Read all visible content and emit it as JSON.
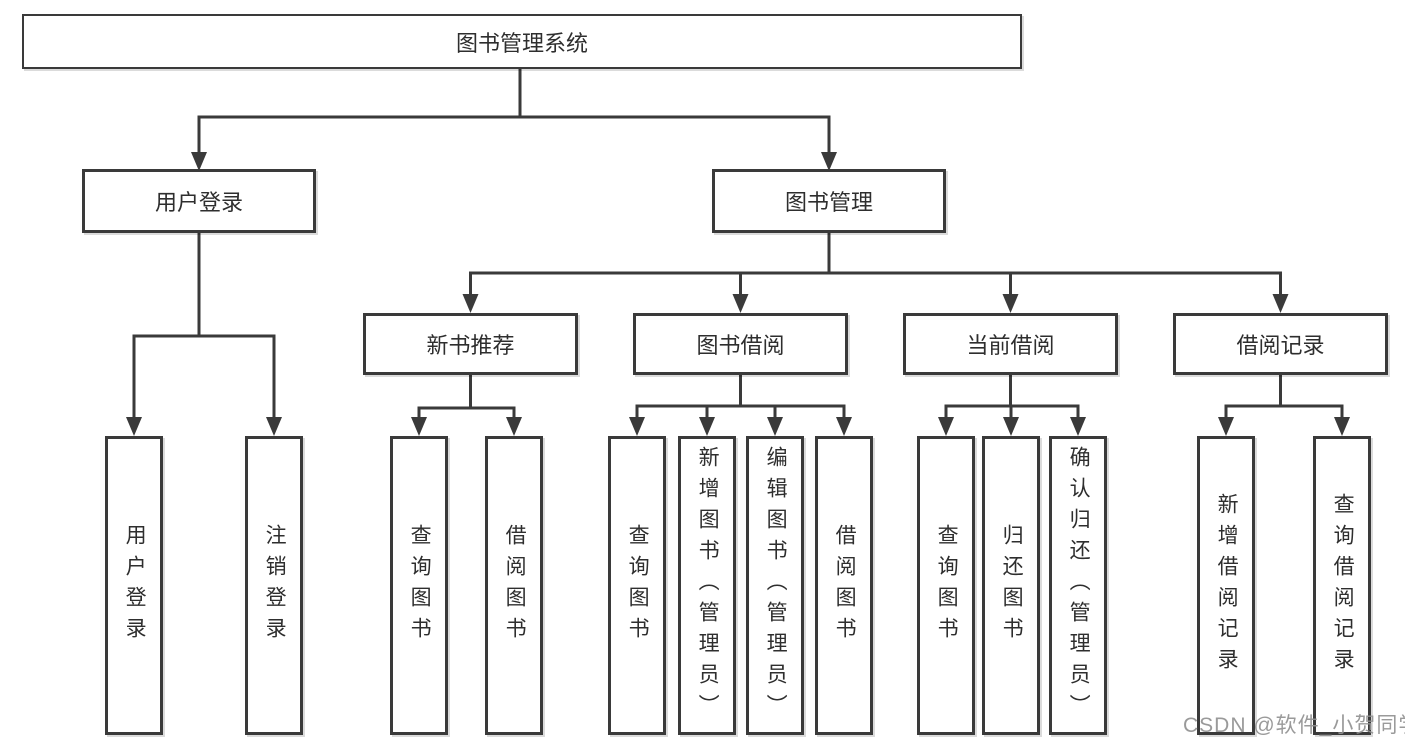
{
  "diagram": {
    "root": {
      "label": "图书管理系统"
    },
    "level2": {
      "user_login": {
        "label": "用户登录"
      },
      "book_management": {
        "label": "图书管理"
      }
    },
    "level3": {
      "new_book_recommend": {
        "label": "新书推荐"
      },
      "book_borrowing": {
        "label": "图书借阅"
      },
      "current_borrowing": {
        "label": "当前借阅"
      },
      "borrowing_records": {
        "label": "借阅记录"
      }
    },
    "leaves": {
      "user_login": [
        "用户登录",
        "注销登录"
      ],
      "new_book_recommend": [
        "查询图书",
        "借阅图书"
      ],
      "book_borrowing": [
        "查询图书",
        "新增图书（管理员）",
        "编辑图书（管理员）",
        "借阅图书"
      ],
      "current_borrowing": [
        "查询图书",
        "归还图书",
        "确认归还（管理员）"
      ],
      "borrowing_records": [
        "新增借阅记录",
        "查询借阅记录"
      ]
    }
  },
  "watermark": {
    "text": "CSDN @软件_小贺同学"
  },
  "colors": {
    "background": "#ffffff",
    "line": "#3a3a3a",
    "box_border": "#3a3a3a",
    "text": "#2e2e2e",
    "watermark": "#919191"
  }
}
